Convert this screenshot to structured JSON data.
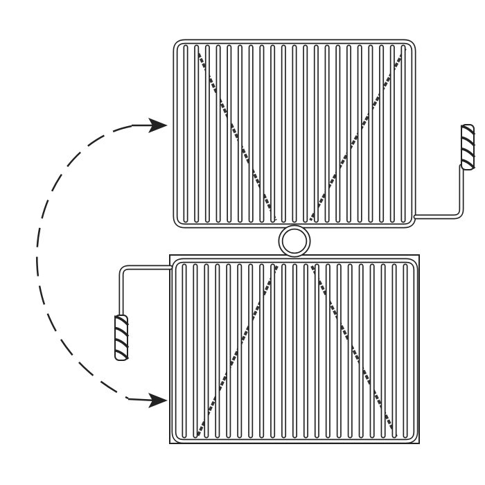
{
  "colors": {
    "line": "#222222",
    "background": "#ffffff"
  },
  "diagram": {
    "parts": [
      "upper-grate",
      "lower-grate",
      "hinge-ring",
      "upper-handle-spring",
      "lower-handle-spring",
      "flip-arrow"
    ]
  }
}
